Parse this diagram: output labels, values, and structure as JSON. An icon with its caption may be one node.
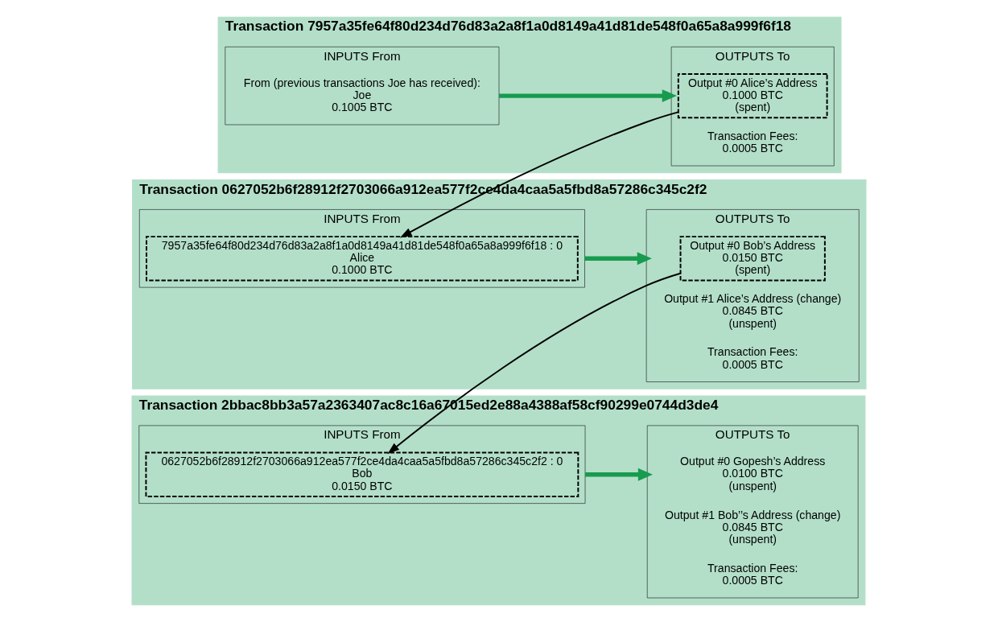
{
  "diagram": {
    "nodes": [
      {
        "text": [
          "Transaction 7957a35fe64f80d234d76d83a2a8f1a0d8149a41d81de548f0a65a8a999f6f18"
        ]
      },
      {
        "text": [
          "INPUTS From"
        ],
        "in": 0
      },
      {
        "text": [
          "From (previous transactions Joe has received):",
          "Joe",
          "0.1005 BTC"
        ],
        "in": 1
      },
      {
        "text": [
          "OUTPUTS To"
        ],
        "in": 0
      },
      {
        "text": [
          "Output #0 Alice’s Address",
          "0.1000 BTC",
          "(spent)"
        ],
        "in": 3
      },
      {
        "text": [
          "Transaction Fees:",
          "0.0005 BTC"
        ],
        "in": 3
      },
      {
        "text": [
          "Transaction 0627052b6f28912f2703066a912ea577f2ce4da4caa5a5fbd8a57286c345c2f2"
        ]
      },
      {
        "text": [
          "INPUTS From"
        ],
        "in": 6
      },
      {
        "text": [
          "7957a35fe64f80d234d76d83a2a8f1a0d8149a41d81de548f0a65a8a999f6f18 : 0",
          "Alice",
          "0.1000 BTC"
        ],
        "in": 7
      },
      {
        "text": [
          "OUTPUTS To"
        ],
        "in": 6
      },
      {
        "text": [
          "Output #0 Bob’s Address",
          "0.0150 BTC",
          "(spent)"
        ],
        "in": 9
      },
      {
        "text": [
          "Output #1 Alice’s Address (change)",
          "0.0845 BTC",
          "(unspent)"
        ],
        "in": 9
      },
      {
        "text": [
          "Transaction Fees:",
          "0.0005 BTC"
        ],
        "in": 9
      },
      {
        "text": [
          "Transaction 2bbac8bb3a57a2363407ac8c16a67015ed2e88a4388af58cf90299e0744d3de4"
        ]
      },
      {
        "text": [
          "INPUTS From"
        ],
        "in": 13
      },
      {
        "text": [
          "0627052b6f28912f2703066a912ea577f2ce4da4caa5a5fbd8a57286c345c2f2 : 0",
          "Bob",
          "0.0150 BTC"
        ],
        "in": 14
      },
      {
        "text": [
          "OUTPUTS To"
        ],
        "in": 13
      },
      {
        "text": [
          "Output #0 Gopesh’s Address",
          "0.0100 BTC",
          "(unspent)"
        ],
        "in": 16
      },
      {
        "text": [
          "Output #1 Bob’’s Address (change)",
          "0.0845 BTC",
          "(unspent)"
        ],
        "in": 16
      },
      {
        "text": [
          "Transaction Fees:",
          "0.0005 BTC"
        ],
        "in": 16
      }
    ],
    "edges": [
      {
        "from": 1,
        "to": 3,
        "arrow": "to"
      },
      {
        "from": 4,
        "to": 8,
        "arrow": "to",
        "color": "#000000"
      },
      {
        "from": 7,
        "to": 9,
        "arrow": "to"
      },
      {
        "from": 10,
        "to": 15,
        "arrow": "to",
        "color": "#000000"
      },
      {
        "from": 14,
        "to": 16,
        "arrow": "to"
      }
    ]
  }
}
